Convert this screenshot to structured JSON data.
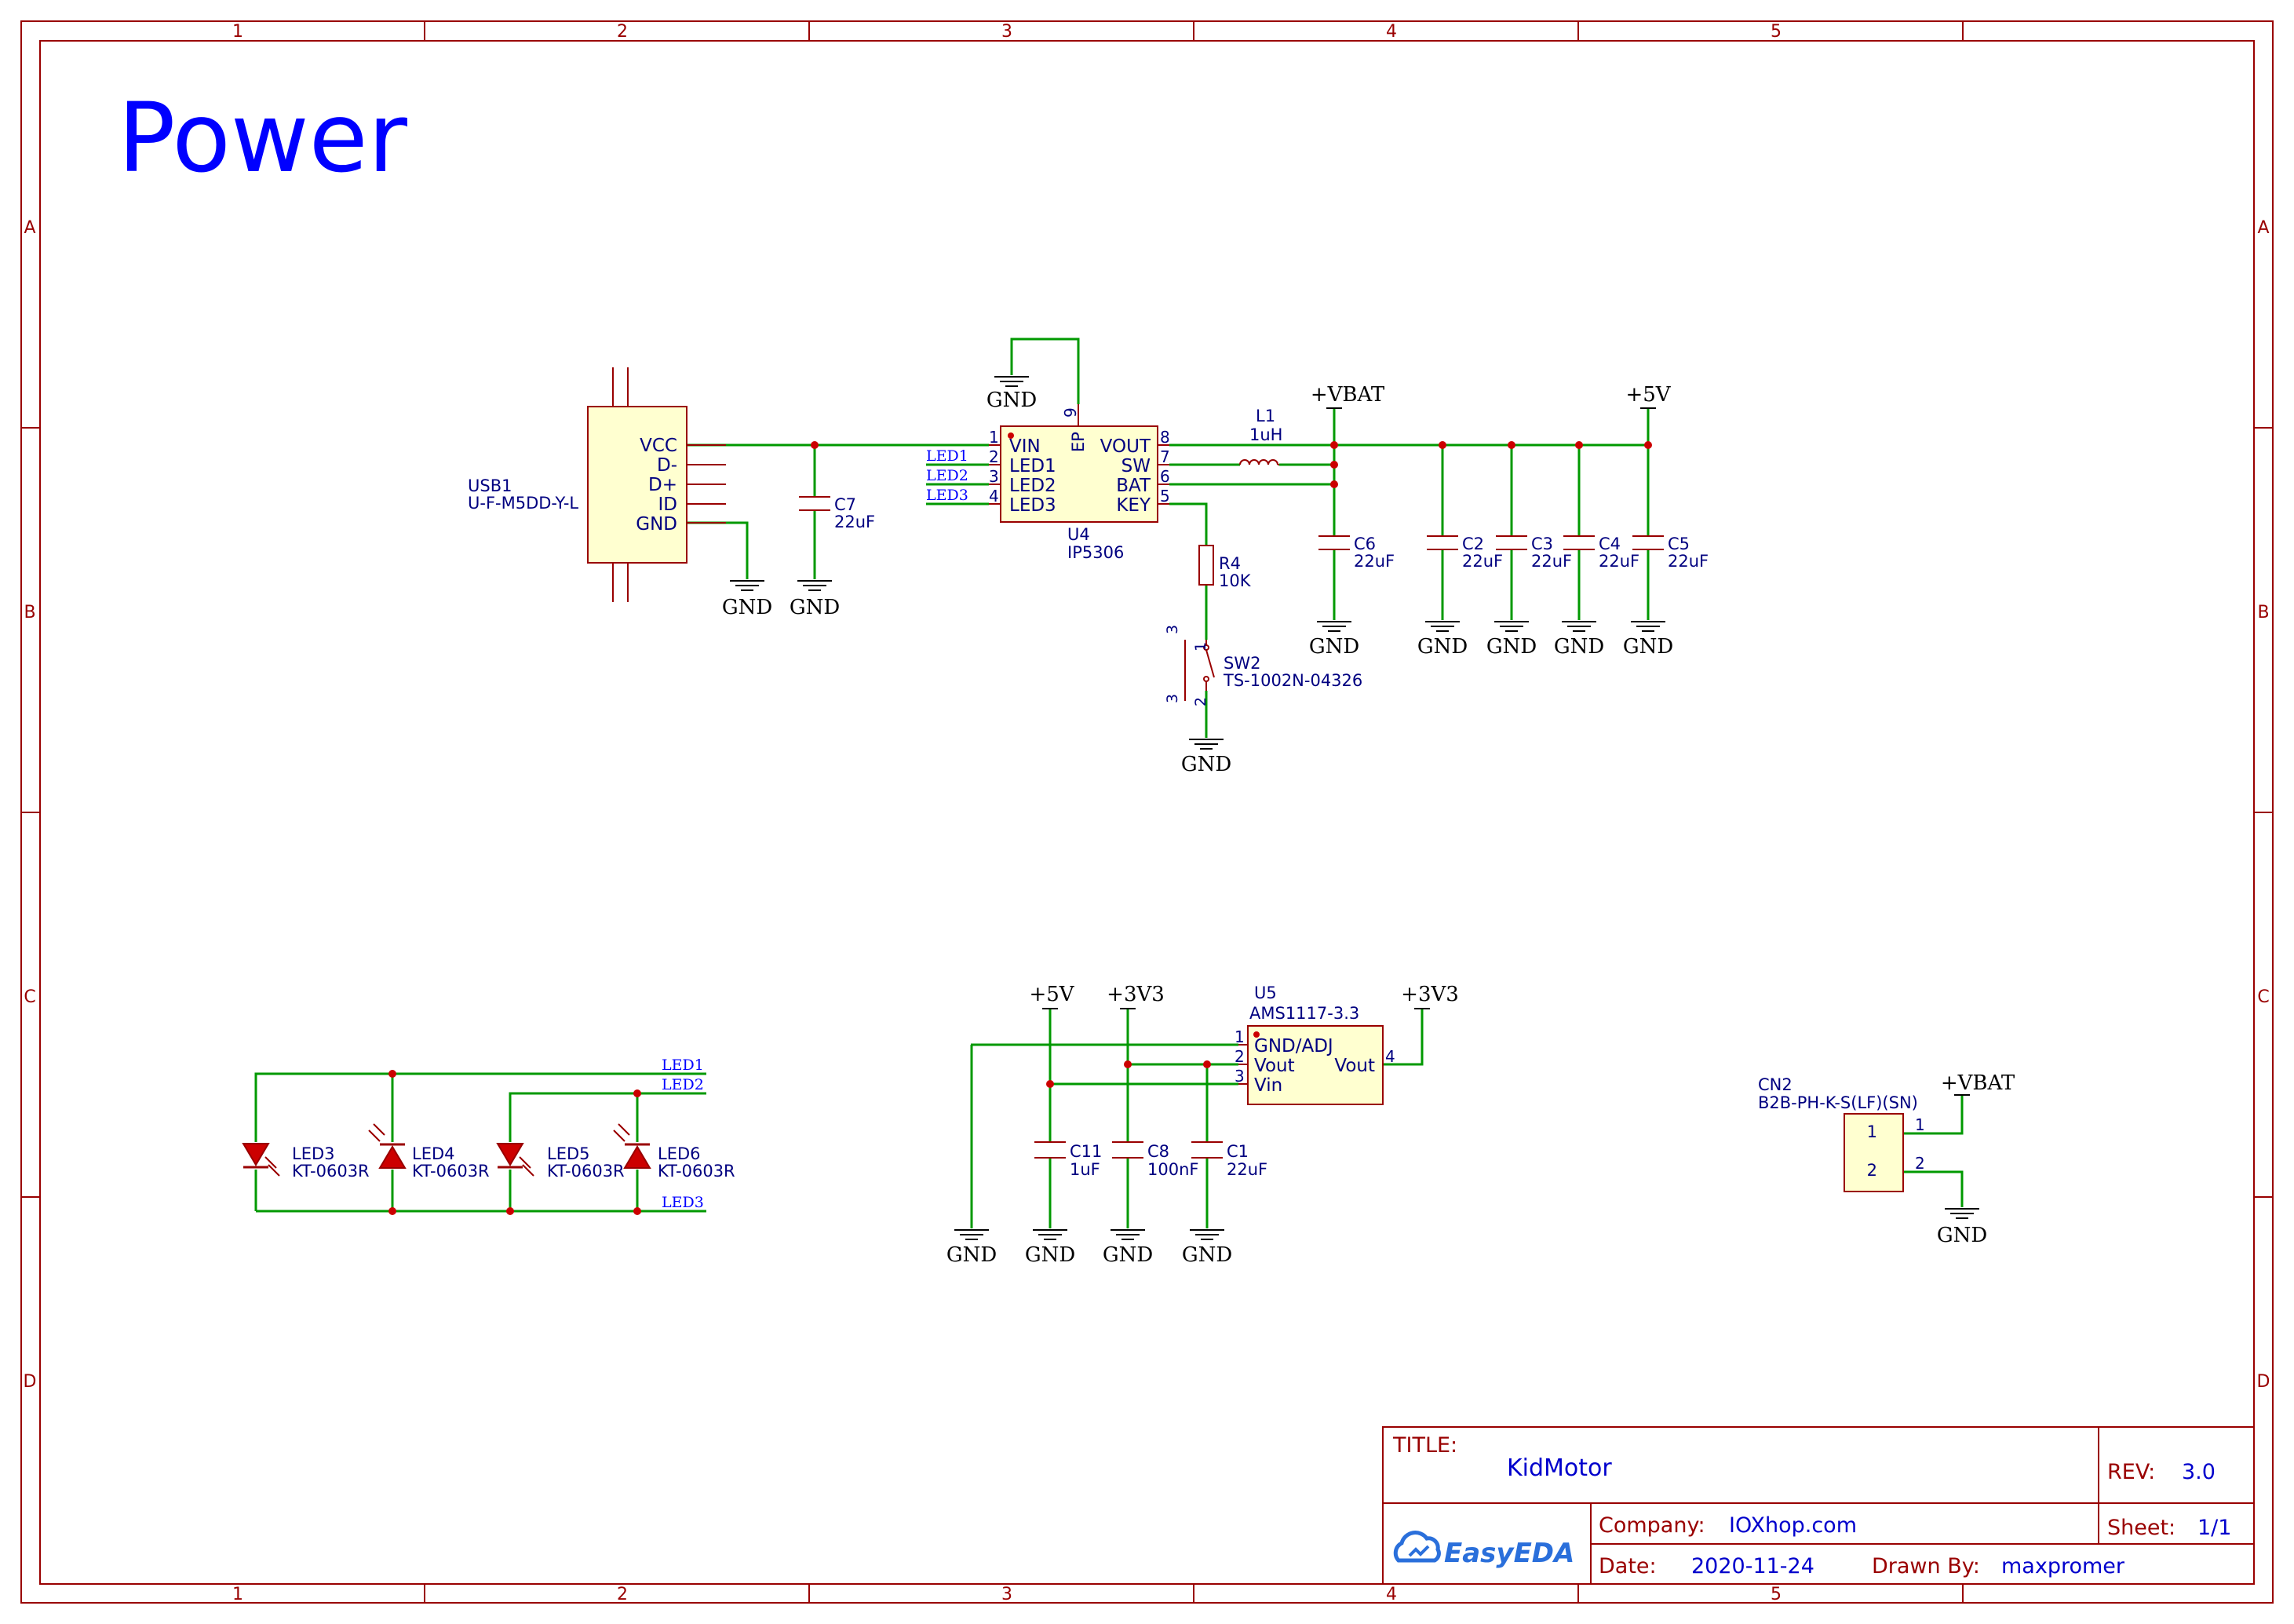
{
  "sheet_title": "Power",
  "frame": {
    "columns": [
      "1",
      "2",
      "3",
      "4",
      "5"
    ],
    "rows": [
      "A",
      "B",
      "C",
      "D"
    ]
  },
  "colors": {
    "frame": "#990000",
    "wire": "#009900",
    "text_blue": "#0000ff",
    "designator": "#000080",
    "component": "#990000",
    "junction": "#cc0000",
    "power_symbol": "#000000",
    "led_fill": "#cc0000"
  },
  "components": {
    "usb1": {
      "ref": "USB1",
      "value": "U-F-M5DD-Y-L",
      "pins": [
        "VCC",
        "D-",
        "D+",
        "ID",
        "GND"
      ]
    },
    "u4": {
      "ref": "U4",
      "value": "IP5306",
      "left_pins": [
        {
          "name": "VIN",
          "num": "1"
        },
        {
          "name": "LED1",
          "num": "2"
        },
        {
          "name": "LED2",
          "num": "3"
        },
        {
          "name": "LED3",
          "num": "4"
        }
      ],
      "right_pins": [
        {
          "name": "VOUT",
          "num": "8"
        },
        {
          "name": "SW",
          "num": "7"
        },
        {
          "name": "BAT",
          "num": "6"
        },
        {
          "name": "KEY",
          "num": "5"
        }
      ],
      "top_pin": {
        "name": "EP",
        "num": "9"
      }
    },
    "l1": {
      "ref": "L1",
      "value": "1uH"
    },
    "r4": {
      "ref": "R4",
      "value": "10K"
    },
    "sw2": {
      "ref": "SW2",
      "value": "TS-1002N-04326",
      "pin1": "1",
      "pin2": "2",
      "side_pin": "3"
    },
    "c7": {
      "ref": "C7",
      "value": "22uF"
    },
    "c6": {
      "ref": "C6",
      "value": "22uF"
    },
    "c2": {
      "ref": "C2",
      "value": "22uF"
    },
    "c3": {
      "ref": "C3",
      "value": "22uF"
    },
    "c4": {
      "ref": "C4",
      "value": "22uF"
    },
    "c5": {
      "ref": "C5",
      "value": "22uF"
    },
    "u5": {
      "ref": "U5",
      "value": "AMS1117-3.3",
      "pins": [
        {
          "name": "GND/ADJ",
          "num": "1"
        },
        {
          "name": "Vout",
          "num": "2"
        },
        {
          "name": "Vin",
          "num": "3"
        }
      ],
      "right_pin": {
        "name": "Vout",
        "num": "4"
      }
    },
    "c11": {
      "ref": "C11",
      "value": "1uF"
    },
    "c8": {
      "ref": "C8",
      "value": "100nF"
    },
    "c1": {
      "ref": "C1",
      "value": "22uF"
    },
    "led3": {
      "ref": "LED3",
      "value": "KT-0603R"
    },
    "led4": {
      "ref": "LED4",
      "value": "KT-0603R"
    },
    "led5": {
      "ref": "LED5",
      "value": "KT-0603R"
    },
    "led6": {
      "ref": "LED6",
      "value": "KT-0603R"
    },
    "cn2": {
      "ref": "CN2",
      "value": "B2B-PH-K-S(LF)(SN)",
      "pin1": "1",
      "pin2": "2"
    }
  },
  "nets": {
    "gnd": "GND",
    "vbat": "+VBAT",
    "v5": "+5V",
    "v33": "+3V3",
    "led1": "LED1",
    "led2": "LED2",
    "led3": "LED3"
  },
  "title_block": {
    "title_label": "TITLE:",
    "title_value": "KidMotor",
    "rev_label": "REV:",
    "rev_value": "3.0",
    "company_label": "Company:",
    "company_value": "IOXhop.com",
    "sheet_label": "Sheet:",
    "sheet_value": "1/1",
    "date_label": "Date:",
    "date_value": "2020-11-24",
    "drawn_label": "Drawn By:",
    "drawn_value": "maxpromer",
    "logo_text": "EasyEDA"
  }
}
